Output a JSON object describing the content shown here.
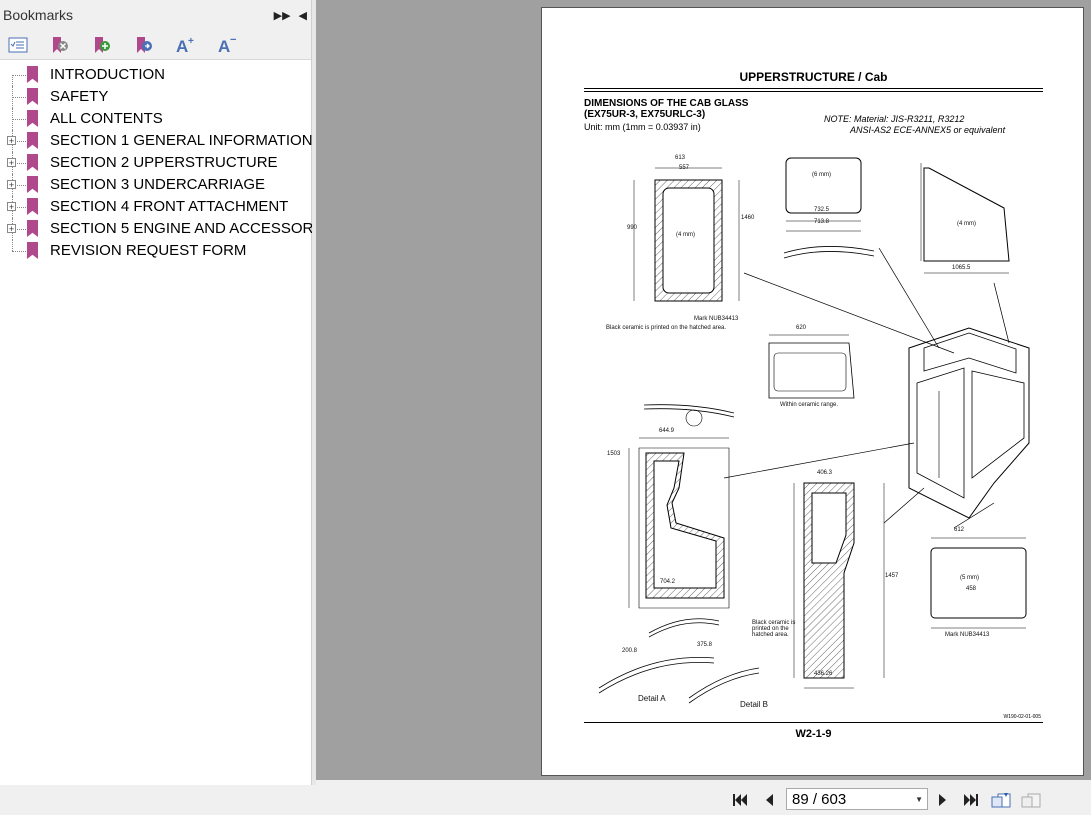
{
  "sidebar": {
    "title": "Bookmarks",
    "collapse_icon": "double-chevron-right-icon",
    "close_icon": "triangle-left-icon",
    "toolbar": [
      {
        "name": "expand-all-button",
        "icon": "list-check-icon",
        "glyph": "☰"
      },
      {
        "name": "delete-bookmark-button",
        "icon": "bookmark-delete-icon",
        "glyph": "⊗"
      },
      {
        "name": "add-bookmark-button",
        "icon": "bookmark-add-icon",
        "glyph": "⊕"
      },
      {
        "name": "goto-bookmark-button",
        "icon": "bookmark-goto-icon",
        "glyph": "◔"
      },
      {
        "name": "increase-font-button",
        "icon": "font-increase-icon",
        "glyph": "A⁺"
      },
      {
        "name": "decrease-font-button",
        "icon": "font-decrease-icon",
        "glyph": "A⁻"
      }
    ],
    "items": [
      {
        "label": "INTRODUCTION",
        "expandable": false
      },
      {
        "label": "SAFETY",
        "expandable": false
      },
      {
        "label": "ALL CONTENTS",
        "expandable": false
      },
      {
        "label": "SECTION 1 GENERAL INFORMATION",
        "expandable": true
      },
      {
        "label": "SECTION 2 UPPERSTRUCTURE",
        "expandable": true
      },
      {
        "label": "SECTION 3 UNDERCARRIAGE",
        "expandable": true
      },
      {
        "label": "SECTION 4 FRONT ATTACHMENT",
        "expandable": true
      },
      {
        "label": "SECTION 5 ENGINE AND ACCESSORY",
        "expandable": true
      },
      {
        "label": "REVISION REQUEST FORM",
        "expandable": false
      }
    ]
  },
  "page": {
    "header": "UPPERSTRUCTURE / Cab",
    "subtitle_line1": "DIMENSIONS OF THE CAB GLASS",
    "subtitle_line2": "(EX75UR-3, EX75URLC-3)",
    "unit": "Unit: mm (1mm = 0.03937 in)",
    "note_line1": "NOTE:  Material: JIS-R3211, R3212",
    "note_line2": "ANSI-AS2 ECE-ANNEX5 or equivalent",
    "page_number": "W2-1-9",
    "figure_id": "W190-02-01-005",
    "drawing_labels": {
      "detail_a": "Detail A",
      "detail_b": "Detail B",
      "ceramic_note1": "Black ceramic is printed on the hatched area.",
      "ceramic_note2": "Black ceramic is printed on the hatched area.",
      "mark1": "Mark NUB34413",
      "mark2": "Mark NUB34413",
      "within_range": "Within ceramic range.",
      "thick_a": "(4 mm)",
      "thick_b": "(6 mm)",
      "thick_c": "(5 mm)",
      "dim_990": "990",
      "dim_1460": "1460",
      "dim_557": "557",
      "dim_613": "613",
      "dim_732": "732.5",
      "dim_713": "713.8",
      "dim_1065": "1065.5",
      "dim_1503": "1503",
      "dim_1457": "1457",
      "dim_704": "704.2",
      "dim_436": "436.26",
      "dim_406": "406.3",
      "dim_612": "612",
      "dim_458": "458",
      "dim_200": "200.8",
      "dim_375": "375.8",
      "dim_620": "620",
      "dim_644": "644.9"
    }
  },
  "navbar": {
    "first_icon": "first-page-icon",
    "prev_icon": "previous-page-icon",
    "page_value": "89 / 603",
    "next_icon": "next-page-icon",
    "last_icon": "last-page-icon",
    "back_icon": "previous-view-icon",
    "forward_icon": "next-view-icon"
  }
}
